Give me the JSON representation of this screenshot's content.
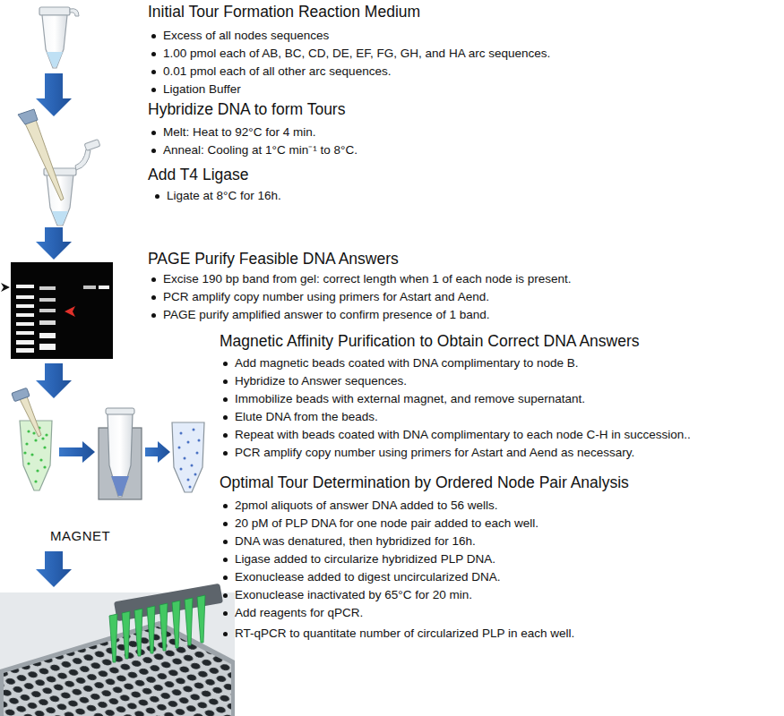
{
  "diagram": {
    "labels": [
      "Initial Tour Formation Reaction Medium",
      "Excess of all nodes sequences",
      "1.00 pmol each of AB, BC, CD, DE, EF, FG, GH, and HA arc sequences.",
      "0.01 pmol each of all other arc sequences.",
      "Ligation Buffer",
      "Hybridize DNA to form Tours",
      "Melt: Heat to 92°C for 4 min.",
      "Anneal: Cooling at 1°C min⁻¹ to 8°C.",
      "Add T4 Ligase",
      "Ligate at 8°C for 16h.",
      "PAGE Purify Feasible DNA Answers",
      "Excise 190 bp band from gel: correct length when 1 of each node is present.",
      "PCR amplify copy number using primers for Astart and Aend.",
      "PAGE purify amplified answer to confirm presence of 1 band.",
      "Magnetic Affinity Purification to Obtain Correct DNA Answers",
      "Add magnetic beads coated with DNA complimentary to node B.",
      "Hybridize to Answer sequences.",
      "Immobilize beads with external magnet, and remove supernatant.",
      "Elute DNA from the beads.",
      "Repeat with beads coated with DNA complimentary to each node C-H in succession..",
      "PCR amplify copy number using primers for Astart and Aend as necessary.",
      "Optimal Tour Determination by Ordered Node Pair Analysis",
      "2pmol aliquots of answer DNA added to 56 wells.",
      "20 pM of PLP DNA for one node pair added to each well.",
      "DNA was denatured, then hybridized for 16h.",
      "Ligase added to circularize hybridized PLP DNA.",
      "Exonuclease added to digest uncircularized DNA.",
      "Exonuclease inactivated by 65°C for 20 min.",
      "Add reagents for qPCR.",
      "RT-qPCR to quantitate number of circularized PLP in each well.",
      "MAGNET"
    ]
  }
}
